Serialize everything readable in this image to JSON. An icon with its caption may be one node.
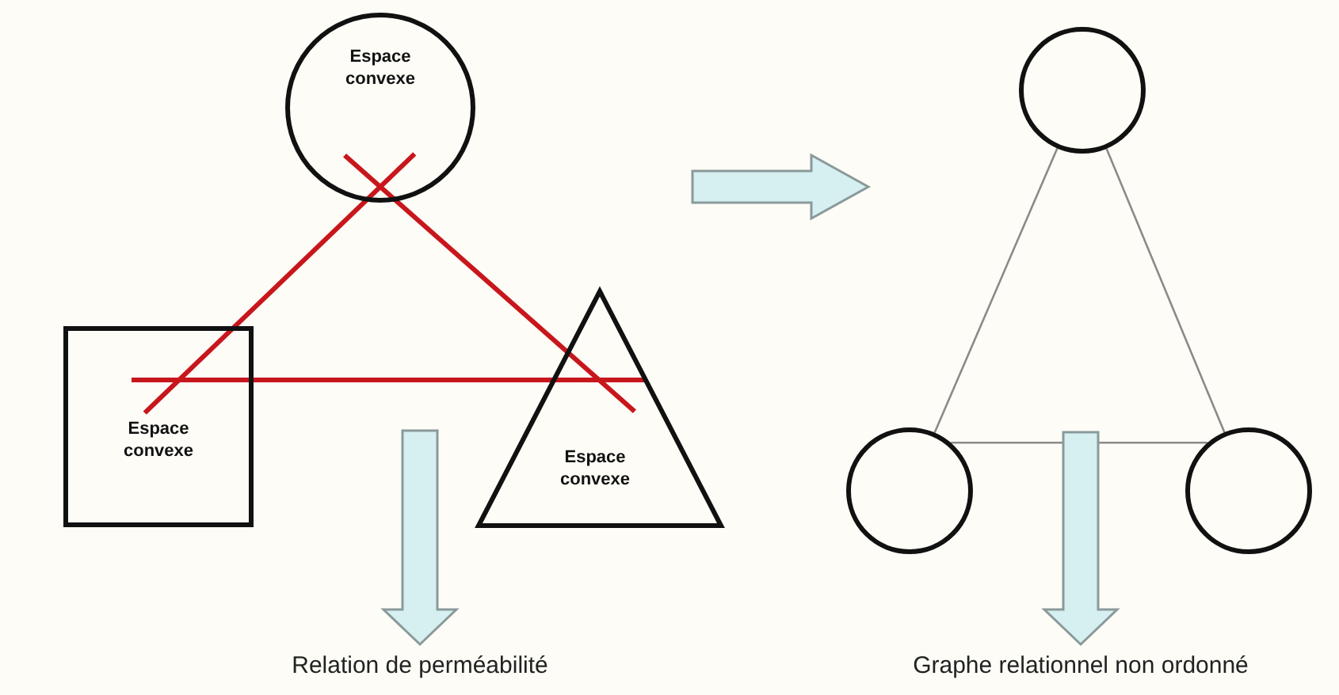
{
  "diagram": {
    "nodes": [
      {
        "text": [
          "Espace convexe"
        ]
      },
      {
        "text": [
          "Espace convexe"
        ]
      },
      {
        "text": [
          "Espace convexe"
        ]
      },
      {
        "text": [
          "Relation de perméabilité"
        ]
      },
      {
        "text": [],
        "shape": "circle"
      },
      {
        "text": [],
        "shape": "circle"
      },
      {
        "text": [],
        "shape": "circle"
      },
      {
        "text": [
          "Graphe relationnel non ordonné"
        ]
      }
    ],
    "edges": [
      {
        "from": 0,
        "to": 1,
        "arrow": "none",
        "style": "thick",
        "color": "#c8161d"
      },
      {
        "from": 0,
        "to": 2,
        "arrow": "none",
        "style": "thick",
        "color": "#c8161d"
      },
      {
        "from": 1,
        "to": 2,
        "arrow": "none",
        "style": "thick",
        "color": "#c8161d"
      },
      {
        "from": 4,
        "to": 5,
        "arrow": "none",
        "color": "#8a8a8a"
      },
      {
        "from": 4,
        "to": 6,
        "arrow": "none",
        "color": "#8a8a8a"
      },
      {
        "from": 5,
        "to": 6,
        "arrow": "none",
        "color": "#8a8a8a"
      },
      {
        "from": null,
        "to": 3,
        "arrow": "to",
        "style": "thick",
        "color": "#d6eff0"
      },
      {
        "from": null,
        "to": 7,
        "arrow": "to",
        "style": "thick",
        "color": "#d6eff0"
      }
    ]
  }
}
